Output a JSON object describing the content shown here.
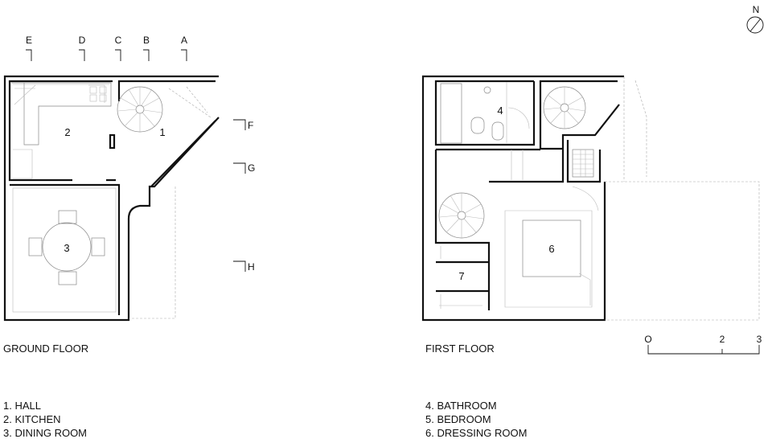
{
  "section_markers_top": [
    "E",
    "D",
    "C",
    "B",
    "A"
  ],
  "section_markers_side": [
    "F",
    "G",
    "H"
  ],
  "north_label": "N",
  "ground_floor": {
    "title": "GROUND FLOOR",
    "room_numbers": [
      "1",
      "2",
      "3"
    ]
  },
  "first_floor": {
    "title": "FIRST FLOOR",
    "room_numbers": [
      "4",
      "6",
      "7"
    ]
  },
  "scale_bar": {
    "labels": [
      "O",
      "2",
      "3"
    ]
  },
  "legend_ground": [
    "1. HALL",
    "2. KITCHEN",
    "3. DINING ROOM"
  ],
  "legend_first": [
    "4. BATHROOM",
    "5. BEDROOM",
    "6. DRESSING ROOM"
  ]
}
